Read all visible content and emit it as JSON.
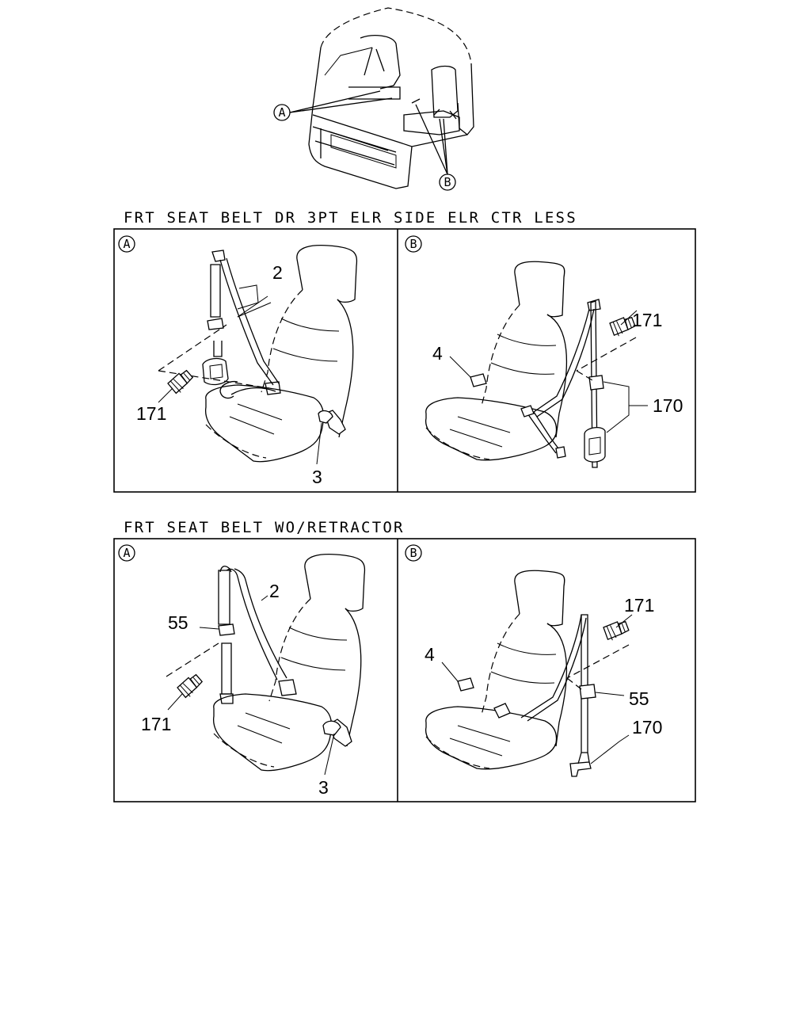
{
  "overview": {
    "labels": {
      "a": "A",
      "b": "B"
    }
  },
  "section1": {
    "title": "FRT SEAT BELT DR 3PT ELR SIDE ELR CTR LESS",
    "panel_a": {
      "letter": "A",
      "callouts": {
        "belt": "2",
        "buckle": "3",
        "bolt": "171"
      }
    },
    "panel_b": {
      "letter": "B",
      "callouts": {
        "tongue": "4",
        "bolt": "171",
        "belt": "170"
      }
    }
  },
  "section2": {
    "title": "FRT SEAT BELT WO/RETRACTOR",
    "panel_a": {
      "letter": "A",
      "callouts": {
        "belt": "2",
        "guide": "55",
        "bolt": "171",
        "buckle": "3"
      }
    },
    "panel_b": {
      "letter": "B",
      "callouts": {
        "tongue": "4",
        "bolt": "171",
        "guide": "55",
        "belt": "170"
      }
    }
  }
}
